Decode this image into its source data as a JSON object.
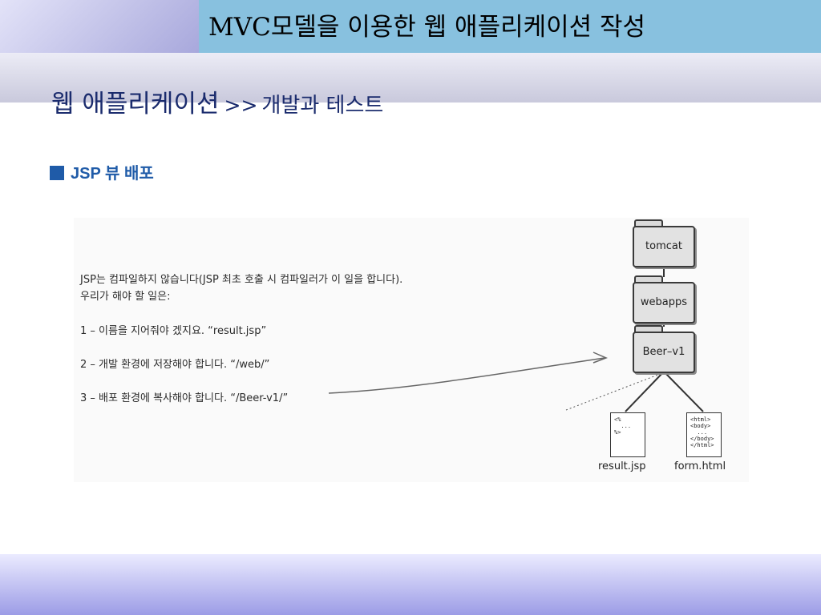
{
  "header": {
    "title": "MVC모델을 이용한 웹 애플리케이션 작성"
  },
  "subtitle": {
    "main": "웹 애플리케이션",
    "separator": ">>",
    "sub": "개발과 테스트"
  },
  "section": {
    "bullet": "JSP 뷰 배포"
  },
  "figure": {
    "text_lines": [
      "JSP는 컴파일하지 않습니다(JSP 최초 호출 시 컴파일러가 이 일을 합니다).",
      "우리가 해야 할 일은:",
      "1 –  이름을 지어줘야 겠지요. “result.jsp”",
      "2 – 개발 환경에 저장해야 합니다. “/web/”",
      "3 – 배포 환경에 복사해야 합니다. “/Beer-v1/”"
    ],
    "folders": [
      "tomcat",
      "webapps",
      "Beer–v1"
    ],
    "files": [
      {
        "name": "result.jsp",
        "code": "<%\n  ...\n%>"
      },
      {
        "name": "form.html",
        "code": "<html>\n<body>\n  ...\n</body>\n</html>"
      }
    ]
  },
  "colors": {
    "title_bar": "#88c1df",
    "subtitle_text": "#1a2b6d",
    "bullet": "#1f5ba8"
  }
}
